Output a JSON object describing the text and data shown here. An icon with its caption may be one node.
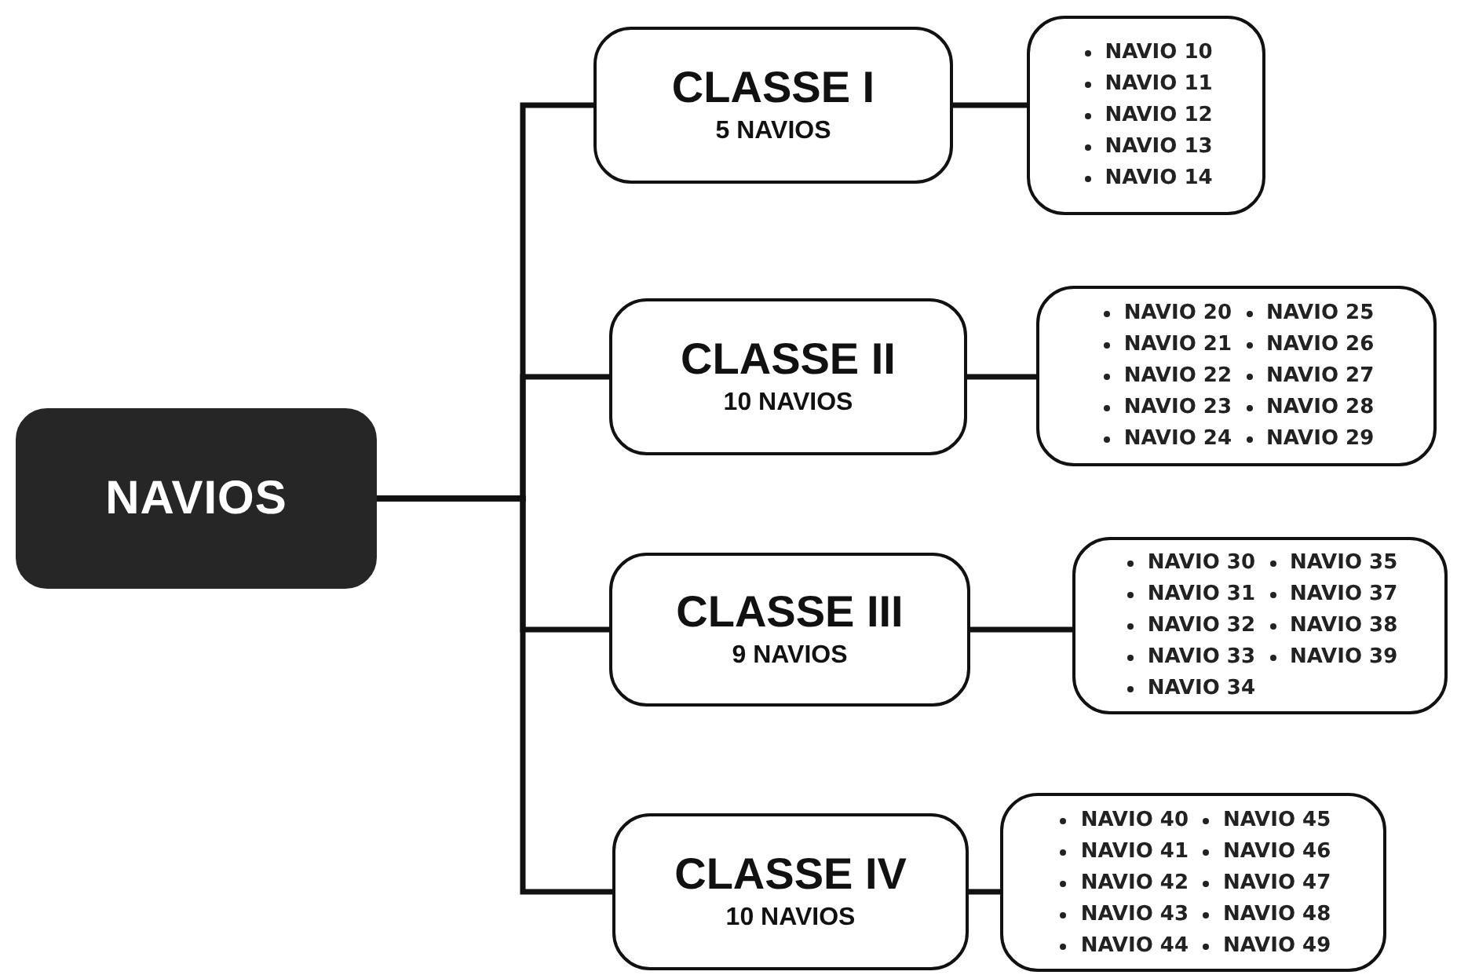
{
  "diagram": {
    "nodes": [
      {
        "text": [
          "NAVIOS"
        ]
      },
      {
        "text": [
          "CLASSE I",
          "5 NAVIOS"
        ]
      },
      {
        "text": [
          "NAVIO 10",
          "NAVIO 11",
          "NAVIO 12",
          "NAVIO 13",
          "NAVIO 14"
        ]
      },
      {
        "text": [
          "CLASSE II",
          "10 NAVIOS"
        ]
      },
      {
        "text": [
          "NAVIO 20",
          "NAVIO 21",
          "NAVIO 22",
          "NAVIO 23",
          "NAVIO 24",
          "NAVIO 25",
          "NAVIO 26",
          "NAVIO 27",
          "NAVIO 28",
          "NAVIO 29"
        ]
      },
      {
        "text": [
          "CLASSE III",
          "9 NAVIOS"
        ]
      },
      {
        "text": [
          "NAVIO 30",
          "NAVIO 31",
          "NAVIO 32",
          "NAVIO 33",
          "NAVIO 34",
          "NAVIO 35",
          "NAVIO 37",
          "NAVIO 38",
          "NAVIO 39"
        ]
      },
      {
        "text": [
          "CLASSE IV",
          "10 NAVIOS"
        ]
      },
      {
        "text": [
          "NAVIO 40",
          "NAVIO 41",
          "NAVIO 42",
          "NAVIO 43",
          "NAVIO 44",
          "NAVIO 45",
          "NAVIO 46",
          "NAVIO 47",
          "NAVIO 48",
          "NAVIO 49"
        ]
      }
    ],
    "edges": [
      {
        "from": 0,
        "to": 1,
        "arrow": "none"
      },
      {
        "from": 0,
        "to": 3,
        "arrow": "none"
      },
      {
        "from": 0,
        "to": 5,
        "arrow": "none"
      },
      {
        "from": 0,
        "to": 7,
        "arrow": "none"
      },
      {
        "from": 1,
        "to": 2,
        "arrow": "none"
      },
      {
        "from": 3,
        "to": 4,
        "arrow": "none"
      },
      {
        "from": 5,
        "to": 6,
        "arrow": "none"
      },
      {
        "from": 7,
        "to": 8,
        "arrow": "none"
      }
    ]
  }
}
